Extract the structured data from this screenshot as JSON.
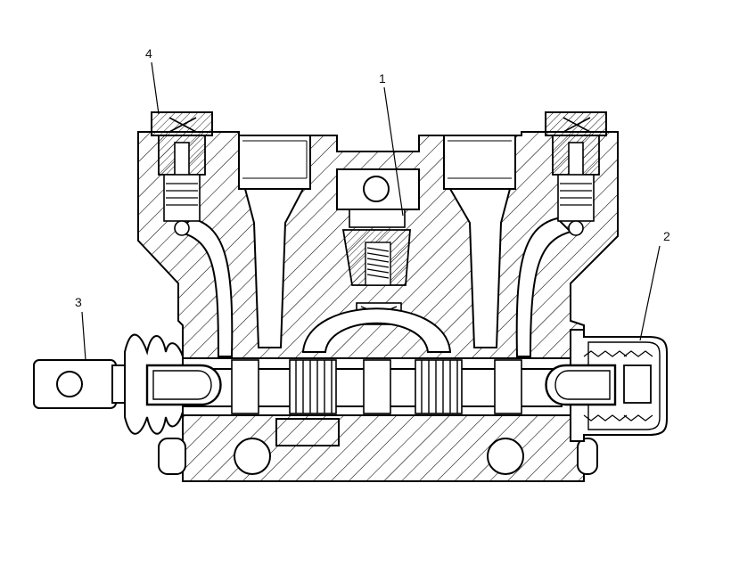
{
  "callouts": [
    {
      "id": "1",
      "text": "1"
    },
    {
      "id": "2",
      "text": "2"
    },
    {
      "id": "3",
      "text": "3"
    },
    {
      "id": "4",
      "text": "4"
    }
  ],
  "colors": {
    "line": "#000000",
    "paper": "#ffffff"
  }
}
